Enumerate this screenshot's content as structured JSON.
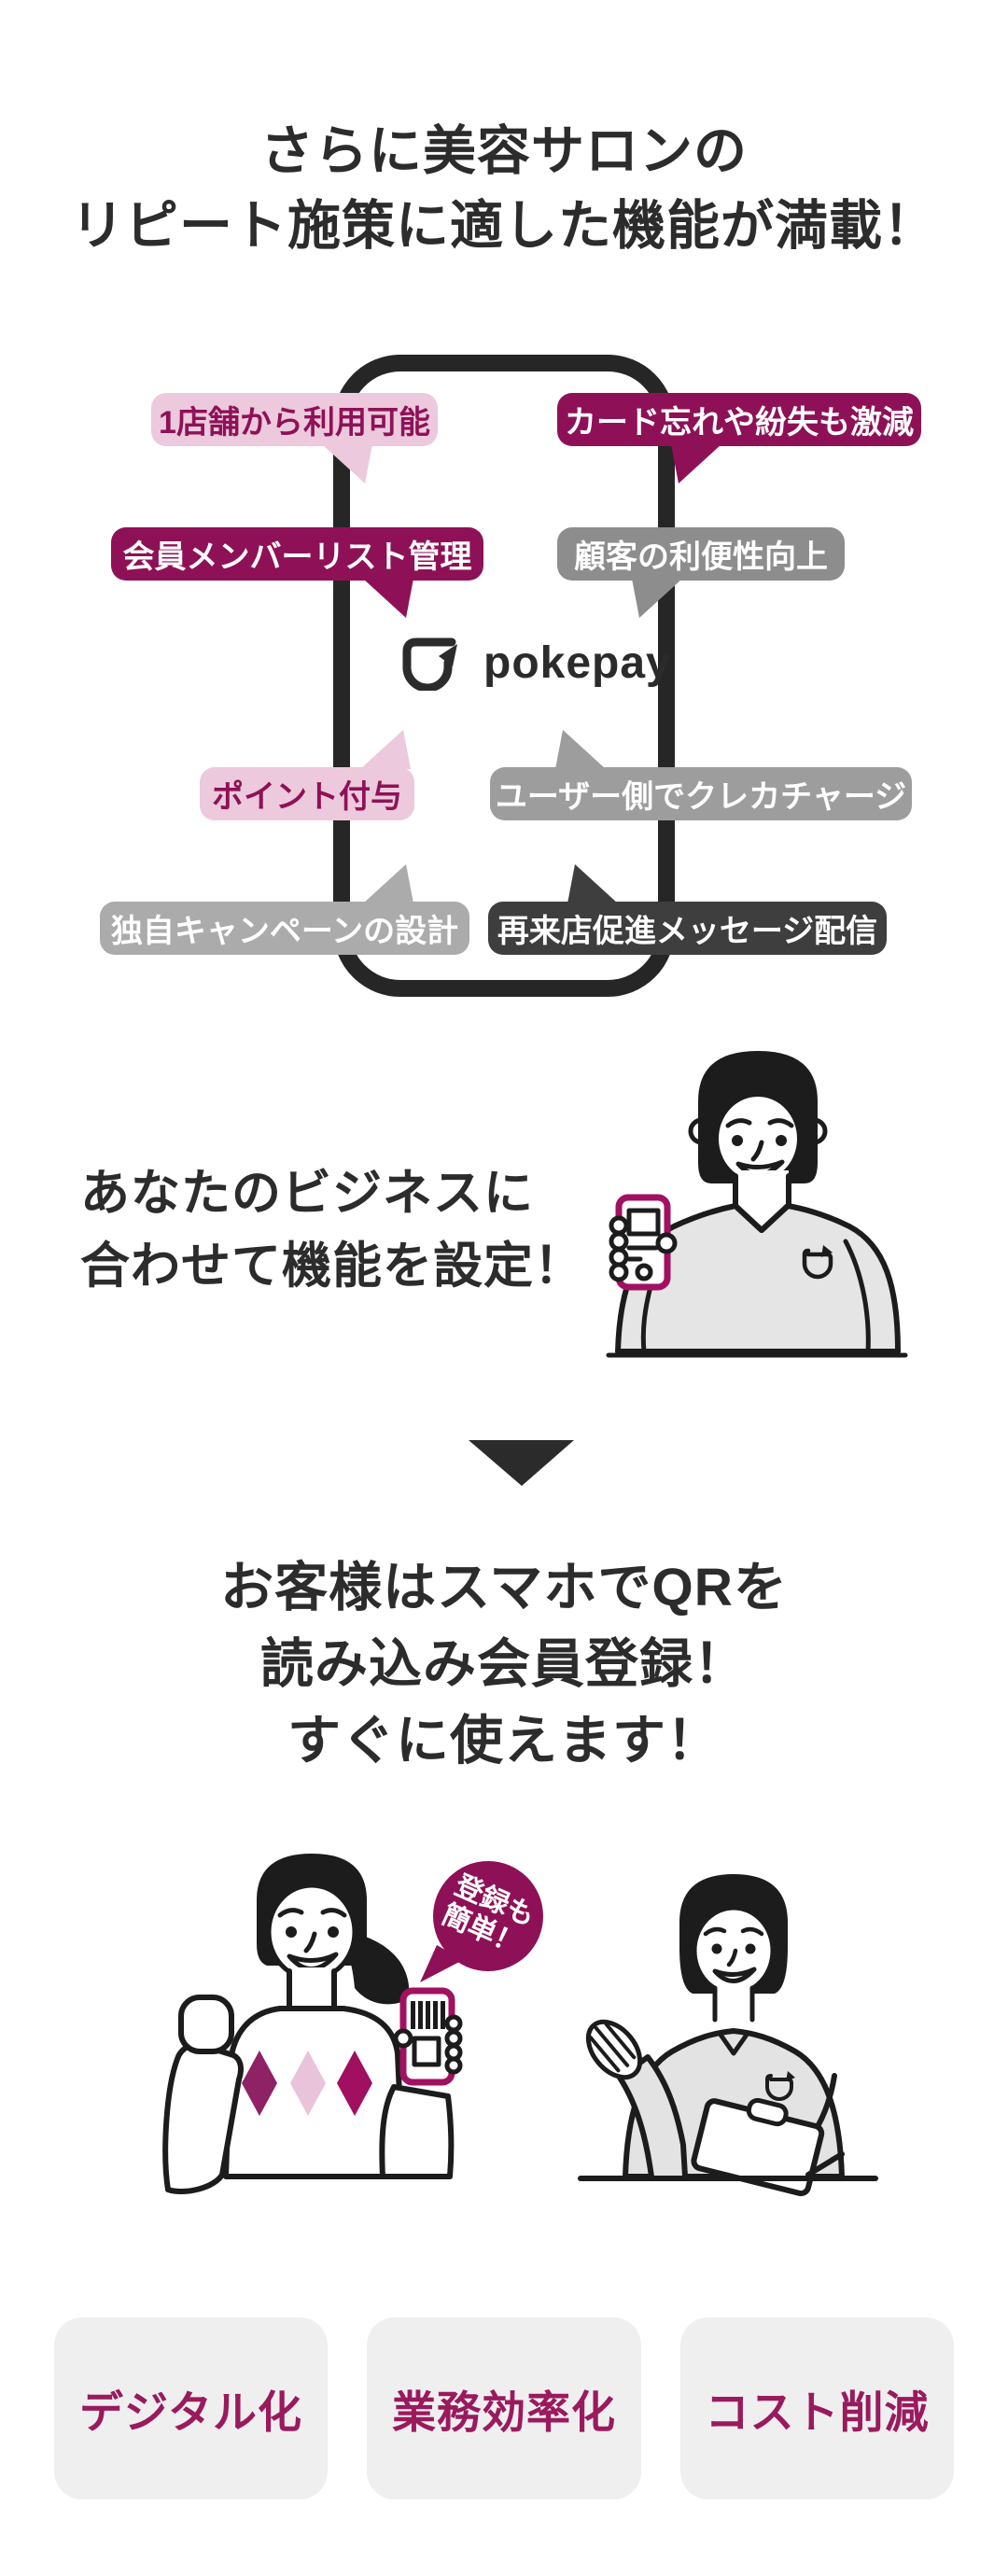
{
  "colors": {
    "brand_magenta": "#8e1157",
    "light_pink": "#ecc9dc",
    "gray_mid": "#8d8d8d",
    "gray_mid2": "#9d9d9d",
    "gray_light": "#ababab",
    "dark_gray": "#3e3e3e",
    "heading_ink": "#2c2c2c",
    "card_bg": "#efefef",
    "card_text": "#9a1a5e",
    "illustration_phone_magenta": "#a21161"
  },
  "hero": {
    "heading_lines": [
      "さらに美容サロンの",
      "リピート施策に適した機能が満載！"
    ]
  },
  "feature_map": {
    "logo_text": "pokepay",
    "bubbles": [
      {
        "label": "1店舗から利用可能"
      },
      {
        "label": "カード忘れや紛失も激減"
      },
      {
        "label": "会員メンバーリスト管理"
      },
      {
        "label": "顧客の利便性向上"
      },
      {
        "label": "ポイント付与"
      },
      {
        "label": "ユーザー側でクレカチャージ"
      },
      {
        "label": "独自キャンペーンの設計"
      },
      {
        "label": "再来店促進メッセージ配信"
      }
    ]
  },
  "customize_section": {
    "heading_lines": [
      "あなたのビジネスに",
      "合わせて機能を設定！"
    ]
  },
  "qr_section": {
    "heading_lines": [
      "お客様はスマホでQRを",
      "読み込み会員登録！",
      "すぐに使えます！"
    ],
    "speech_bubble_lines": [
      "登録も",
      "簡単！"
    ]
  },
  "benefit_cards": [
    {
      "label": "デジタル化"
    },
    {
      "label": "業務効率化"
    },
    {
      "label": "コスト削減"
    }
  ]
}
